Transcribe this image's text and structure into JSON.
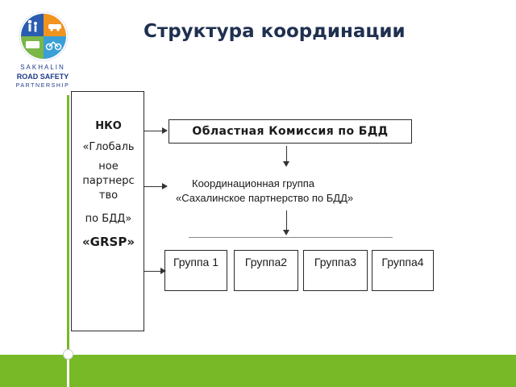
{
  "title": "Структура координации",
  "logo": {
    "line1": "SAKHALIN",
    "line2": "ROAD SAFETY",
    "line3": "PARTNERSHIP",
    "colors": {
      "blue": "#2a5db0",
      "orange": "#f0931f",
      "green": "#7ab648",
      "teal": "#3a9fd6"
    }
  },
  "ngo": {
    "lines": [
      "НКО",
      "«Глобаль",
      "ное",
      "партнерс",
      "тво",
      "по БДД»",
      "«GRSP»"
    ]
  },
  "commission": "Областная Комиссия по БДД",
  "coordination": {
    "line1": "Координационная группа",
    "line2": "«Сахалинское партнерство по БДД»"
  },
  "groups": [
    "Группа 1",
    "Группа2",
    "Группа3",
    "Группа4"
  ],
  "colors": {
    "accent_green": "#78b928",
    "title": "#1f3050"
  }
}
